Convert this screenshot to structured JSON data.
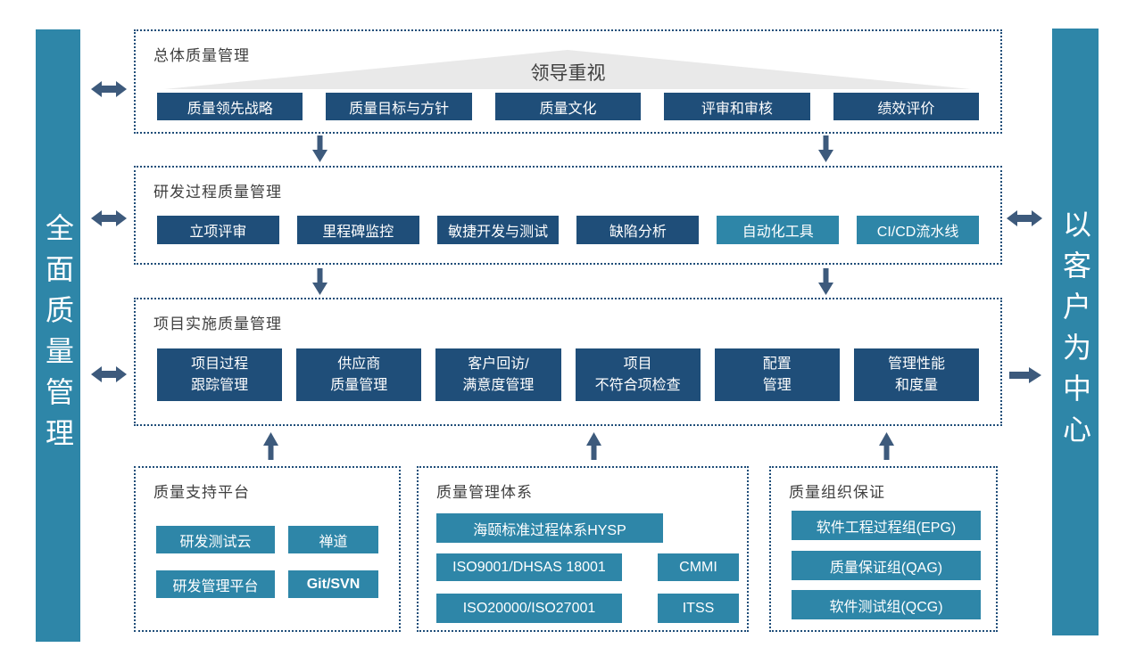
{
  "colors": {
    "navy": "#1F4E79",
    "teal": "#2E86A8",
    "arrow": "#3D5A7C",
    "border": "#1F4E79",
    "banner_triangle": "#E9E9E9",
    "title_text": "#404040"
  },
  "side_bars": {
    "left": {
      "label": "全面质量管理"
    },
    "right": {
      "label": "以客户为中心"
    }
  },
  "sections": {
    "overall": {
      "title": "总体质量管理",
      "banner": "领导重视",
      "items": [
        {
          "label": "质量领先战略"
        },
        {
          "label": "质量目标与方针"
        },
        {
          "label": "质量文化"
        },
        {
          "label": "评审和审核"
        },
        {
          "label": "绩效评价"
        }
      ]
    },
    "rnd_process": {
      "title": "研发过程质量管理",
      "items": [
        {
          "label": "立项评审",
          "variant": "navy"
        },
        {
          "label": "里程碑监控",
          "variant": "navy"
        },
        {
          "label": "敏捷开发与测试",
          "variant": "navy"
        },
        {
          "label": "缺陷分析",
          "variant": "navy"
        },
        {
          "label": "自动化工具",
          "variant": "teal"
        },
        {
          "label": "CI/CD流水线",
          "variant": "teal"
        }
      ]
    },
    "project_impl": {
      "title": "项目实施质量管理",
      "items": [
        {
          "label": "项目过程\n跟踪管理"
        },
        {
          "label": "供应商\n质量管理"
        },
        {
          "label": "客户回访/\n满意度管理"
        },
        {
          "label": "项目\n不符合项检查"
        },
        {
          "label": "配置\n管理"
        },
        {
          "label": "管理性能\n和度量"
        }
      ]
    },
    "support_platform": {
      "title": "质量支持平台",
      "items": [
        {
          "label": "研发测试云"
        },
        {
          "label": "禅道"
        },
        {
          "label": "研发管理平台"
        },
        {
          "label": "Git/SVN",
          "bold": true
        }
      ]
    },
    "quality_system": {
      "title": "质量管理体系",
      "items": [
        {
          "label": "海颐标准过程体系HYSP"
        },
        {
          "label": "ISO9001/DHSAS 18001"
        },
        {
          "label": "CMMI"
        },
        {
          "label": "ISO20000/ISO27001"
        },
        {
          "label": "ITSS"
        }
      ]
    },
    "organization": {
      "title": "质量组织保证",
      "items": [
        {
          "label": "软件工程过程组(EPG)"
        },
        {
          "label": "质量保证组(QAG)"
        },
        {
          "label": "软件测试组(QCG)"
        }
      ]
    }
  },
  "icons": {
    "down_arrow": "↓",
    "up_arrow": "↑",
    "left_right_arrow": "↔",
    "right_arrow": "→"
  }
}
